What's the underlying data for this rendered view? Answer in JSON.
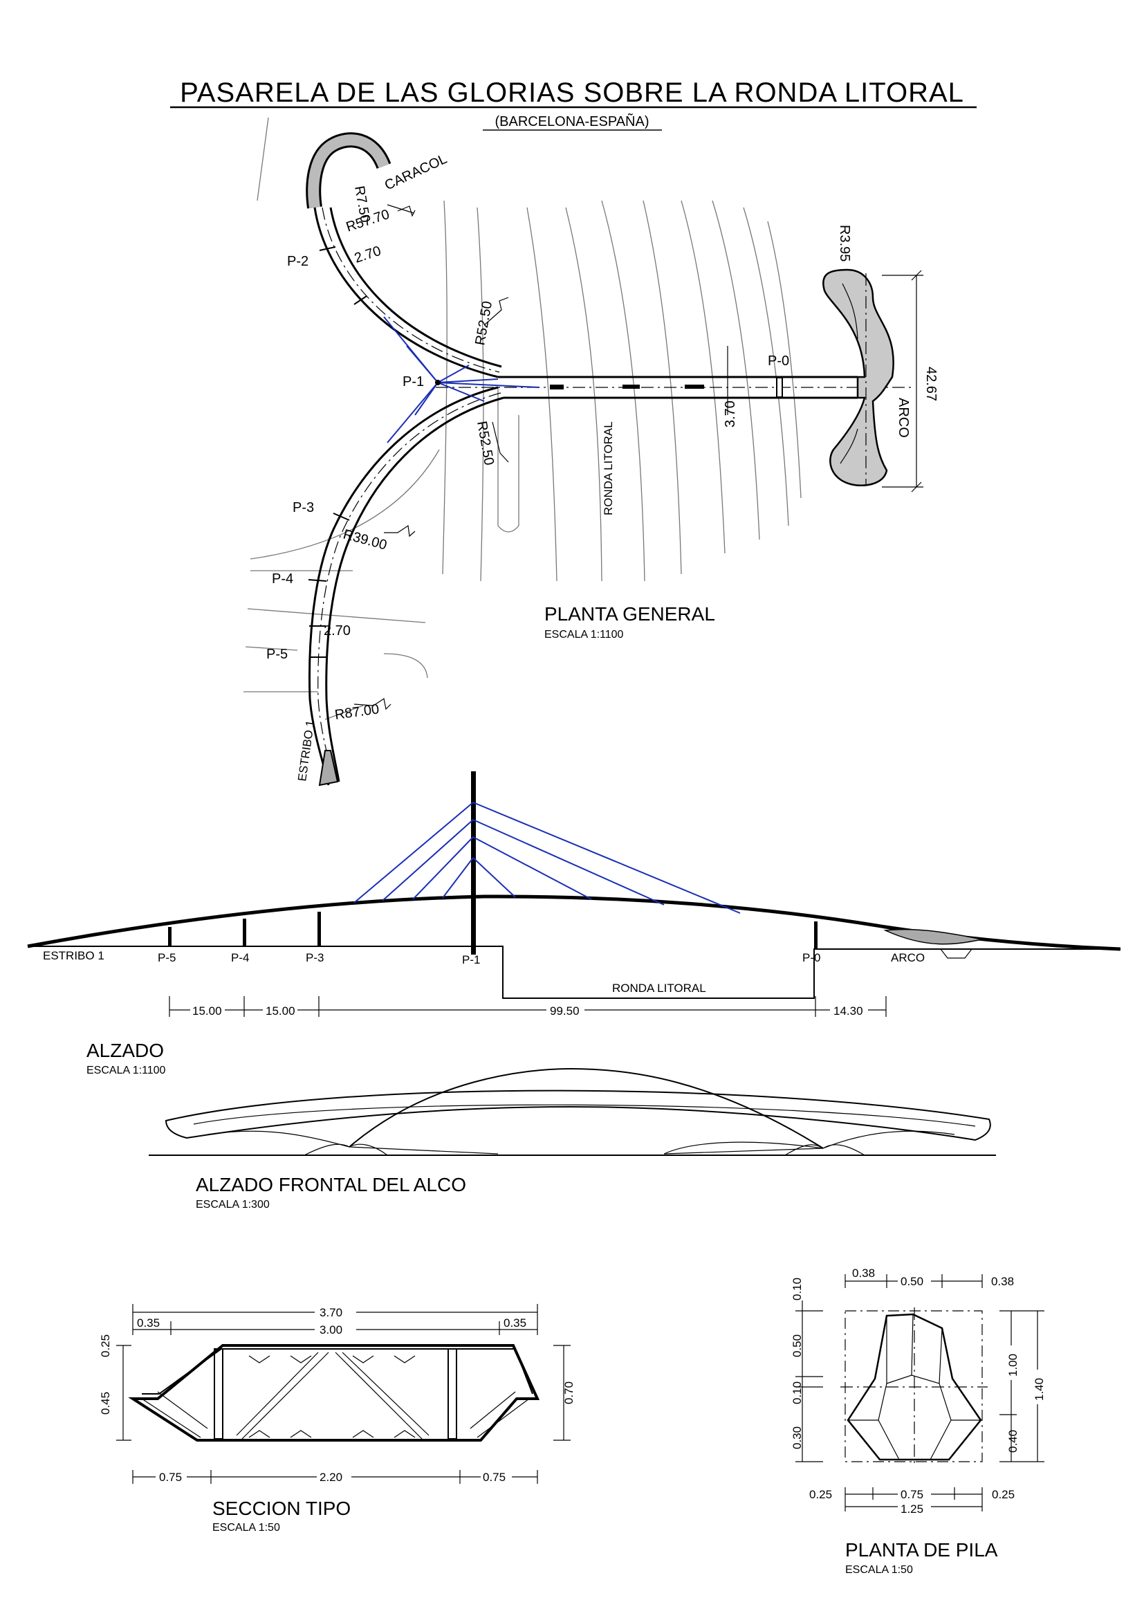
{
  "header": {
    "title": "PASARELA DE LAS GLORIAS SOBRE LA RONDA LITORAL",
    "subtitle": "(BARCELONA-ESPAÑA)"
  },
  "plan": {
    "title": "PLANTA GENERAL",
    "scale": "ESCALA 1:1100",
    "labels": {
      "caracol": "CARACOL",
      "r750": "R7.50",
      "r5770": "R57.70",
      "w270a": "2.70",
      "p2": "P-2",
      "r5250a": "R52.50",
      "p1": "P-1",
      "r5250b": "R52.50",
      "p0": "P-0",
      "r395": "R3.95",
      "arco": "ARCO",
      "d4267": "42.67",
      "d370": "3.70",
      "ronda": "RONDA LITORAL",
      "p3": "P-3",
      "r3900": "R39.00",
      "p4": "P-4",
      "w270b": "2.70",
      "p5": "P-5",
      "r8700": "R87.00",
      "estribo": "ESTRIBO 1"
    }
  },
  "elevation": {
    "title": "ALZADO",
    "scale": "ESCALA 1:1100",
    "labels": {
      "estribo": "ESTRIBO 1",
      "p5": "P-5",
      "p4": "P-4",
      "p3": "P-3",
      "p1": "P-1",
      "ronda": "RONDA LITORAL",
      "p0": "P-0",
      "arco": "ARCO"
    },
    "dims": {
      "d1": "15.00",
      "d2": "15.00",
      "d3": "99.50",
      "d4": "14.30"
    }
  },
  "front": {
    "title": "ALZADO FRONTAL DEL ALCO",
    "scale": "ESCALA 1:300"
  },
  "section": {
    "title": "SECCION TIPO",
    "scale": "ESCALA 1:50",
    "dims": {
      "w370": "3.70",
      "l035": "0.35",
      "w300": "3.00",
      "r035": "0.35",
      "h025": "0.25",
      "h045": "0.45",
      "h070": "0.70",
      "b075a": "0.75",
      "b220": "2.20",
      "b075b": "0.75"
    }
  },
  "pier": {
    "title": "PLANTA DE PILA",
    "scale": "ESCALA 1:50",
    "dims": {
      "t038a": "0.38",
      "t050": "0.50",
      "t038b": "0.38",
      "l010a": "0.10",
      "l050": "0.50",
      "l010b": "0.10",
      "l030": "0.30",
      "r100": "1.00",
      "r140": "1.40",
      "r040": "0.40",
      "b025a": "0.25",
      "b075": "0.75",
      "b025b": "0.25",
      "b125": "1.25"
    }
  }
}
